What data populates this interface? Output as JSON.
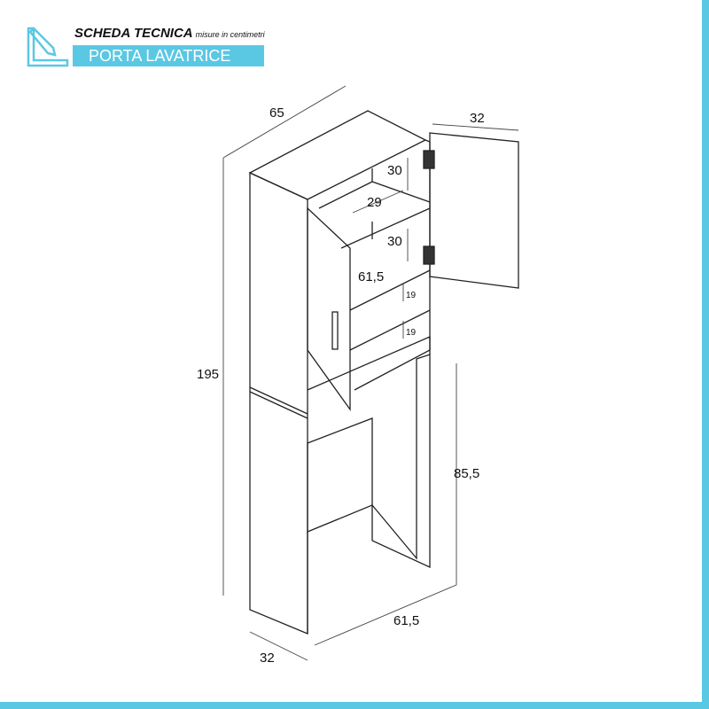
{
  "header": {
    "title": "SCHEDA TECNICA",
    "subtitle": "misure in centimetri",
    "product": "PORTA LAVATRICE"
  },
  "colors": {
    "accent": "#5bc8e3",
    "line": "#222222"
  },
  "icons": [
    "ruler-pencil-icon"
  ],
  "dimensions": {
    "width_total": "65",
    "door_width": "32",
    "shelf_top_height": "30",
    "shelf_depth": "29",
    "shelf_mid_height": "30",
    "inner_width": "61,5",
    "small_shelf_1": "19",
    "small_shelf_2": "19",
    "height_total": "195",
    "washer_height": "85,5",
    "washer_width": "61,5",
    "side_depth": "32"
  }
}
